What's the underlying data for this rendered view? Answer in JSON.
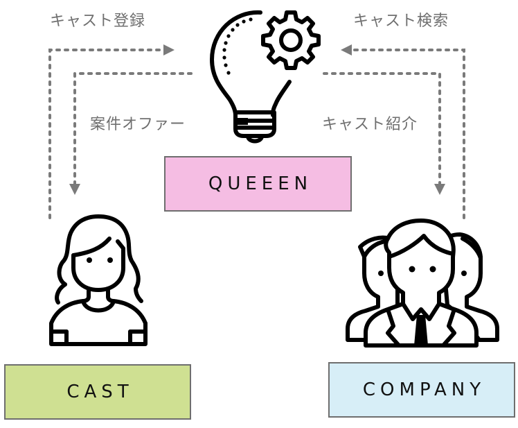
{
  "nodes": {
    "platform": {
      "label": "QUEEEN",
      "color": "#f5bde3"
    },
    "cast": {
      "label": "CAST",
      "color": "#cfe092"
    },
    "company": {
      "label": "COMPANY",
      "color": "#d7eef7"
    }
  },
  "flows": [
    {
      "label": "キャスト登録",
      "from": "cast",
      "to": "platform"
    },
    {
      "label": "案件オファー",
      "from": "platform",
      "to": "cast"
    },
    {
      "label": "キャスト検索",
      "from": "company",
      "to": "platform"
    },
    {
      "label": "キャスト紹介",
      "from": "platform",
      "to": "company"
    }
  ],
  "icons": {
    "platform": "lightbulb-gear-icon",
    "cast": "woman-icon",
    "company": "business-team-icon"
  },
  "colors": {
    "arrow": "#7a7a7a",
    "border": "#6e6e6e",
    "text_label": "#6f6f6f"
  }
}
